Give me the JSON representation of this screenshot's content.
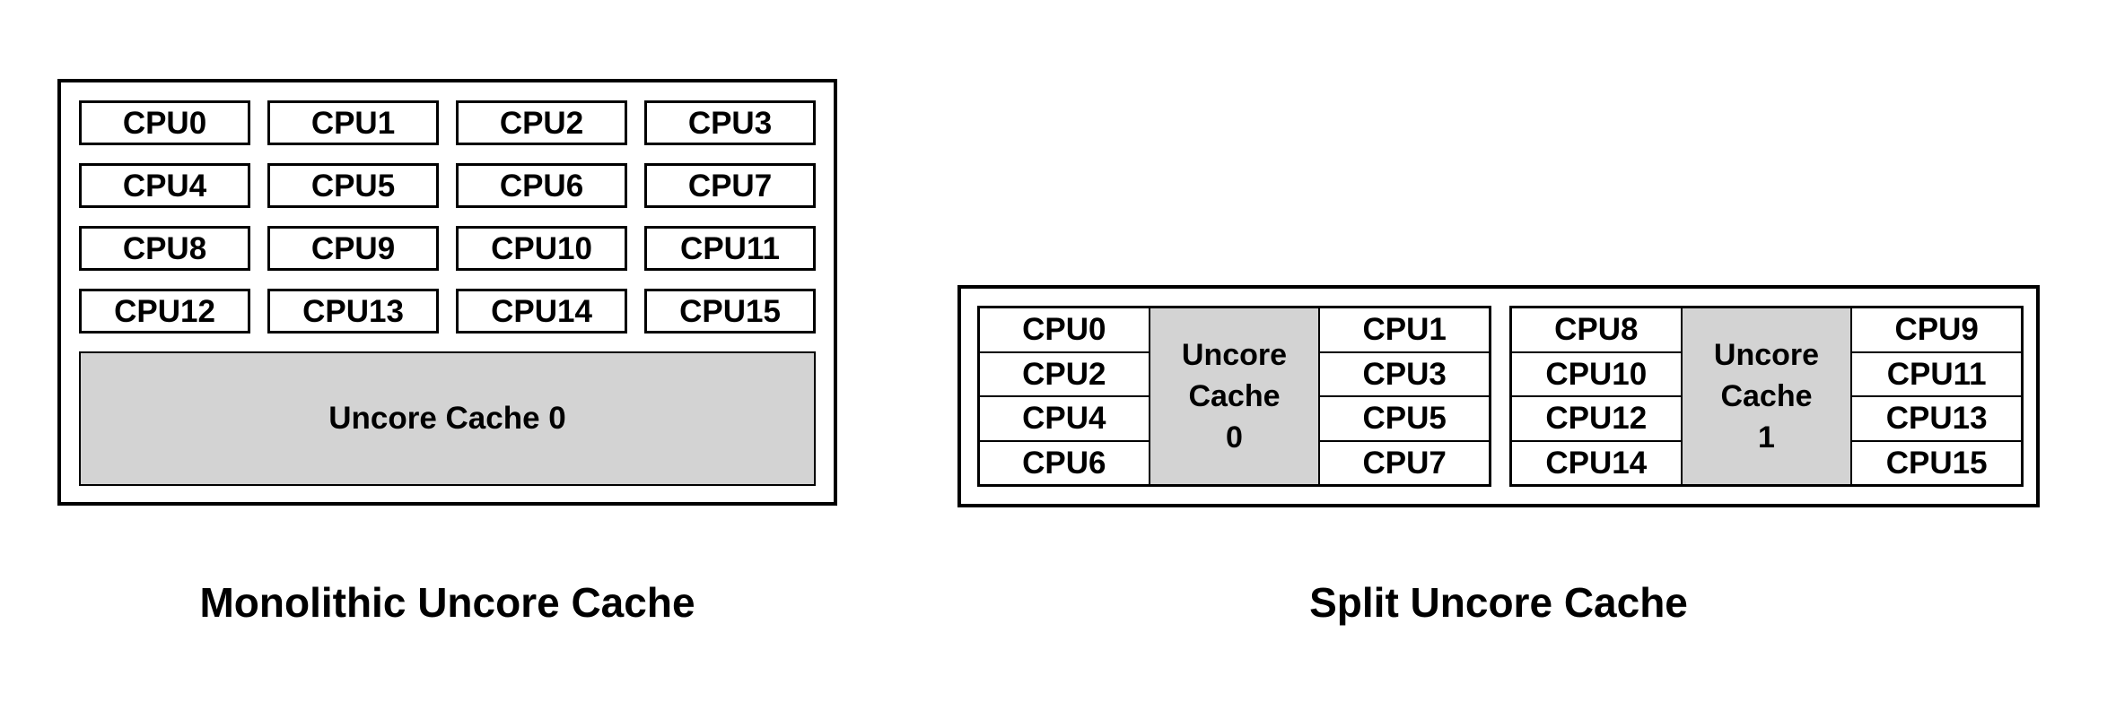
{
  "monolithic": {
    "caption": "Monolithic Uncore Cache",
    "cpus": [
      "CPU0",
      "CPU1",
      "CPU2",
      "CPU3",
      "CPU4",
      "CPU5",
      "CPU6",
      "CPU7",
      "CPU8",
      "CPU9",
      "CPU10",
      "CPU11",
      "CPU12",
      "CPU13",
      "CPU14",
      "CPU15"
    ],
    "cache_label": "Uncore Cache 0"
  },
  "split": {
    "caption": "Split Uncore Cache",
    "clusters": [
      {
        "left_cpus": [
          "CPU0",
          "CPU2",
          "CPU4",
          "CPU6"
        ],
        "cache_lines": [
          "Uncore",
          "Cache",
          "0"
        ],
        "right_cpus": [
          "CPU1",
          "CPU3",
          "CPU5",
          "CPU7"
        ]
      },
      {
        "left_cpus": [
          "CPU8",
          "CPU10",
          "CPU12",
          "CPU14"
        ],
        "cache_lines": [
          "Uncore",
          "Cache",
          "1"
        ],
        "right_cpus": [
          "CPU9",
          "CPU11",
          "CPU13",
          "CPU15"
        ]
      }
    ]
  },
  "colors": {
    "border": "#000000",
    "cache_fill": "#d3d3d3",
    "background": "#ffffff",
    "text": "#000000"
  }
}
